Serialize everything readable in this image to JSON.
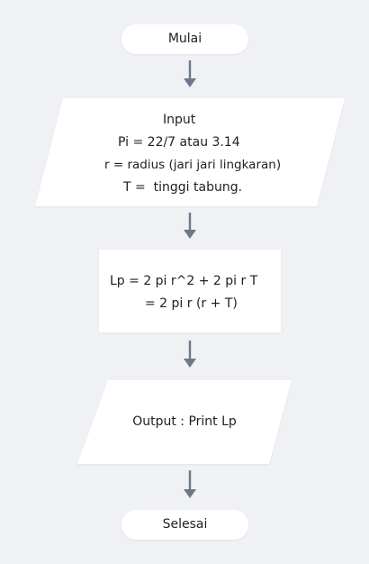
{
  "flowchart": {
    "start": {
      "label": "Mulai"
    },
    "input": {
      "lines": [
        "Input",
        "Pi = 22/7 atau 3.14",
        "r = radius (jari jari lingkaran)",
        "T =  tinggi tabung."
      ]
    },
    "process": {
      "lines": [
        "Lp = 2 pi r^2 + 2 pi r T",
        "= 2 pi r (r + T)"
      ]
    },
    "output": {
      "label": "Output : Print Lp"
    },
    "end": {
      "label": "Selesai"
    }
  },
  "colors": {
    "background": "#eff1f4",
    "shape_fill": "#ffffff",
    "arrow": "#6e7888",
    "text": "#1d1f23"
  }
}
